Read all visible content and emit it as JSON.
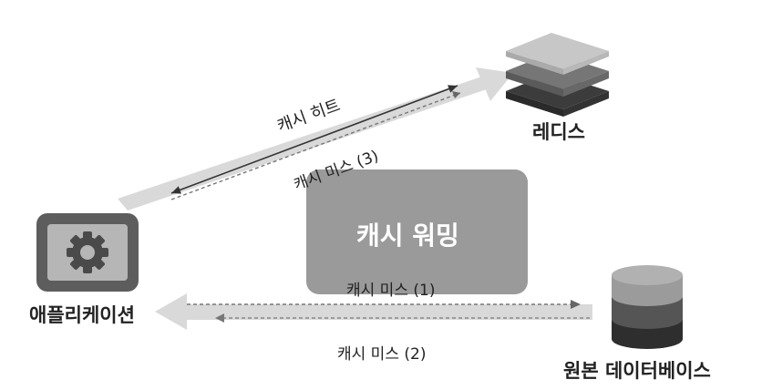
{
  "nodes": {
    "app": {
      "label": "애플리케이션"
    },
    "redis": {
      "label": "레디스"
    },
    "db": {
      "label": "원본 데이터베이스"
    },
    "warming": {
      "label": "캐시 워밍"
    }
  },
  "edges": {
    "hit": {
      "label": "캐시 히트"
    },
    "miss3": {
      "label": "캐시 미스 (3)"
    },
    "miss1": {
      "label": "캐시 미스 (1)"
    },
    "miss2": {
      "label": "캐시 미스 (2)"
    }
  },
  "colors": {
    "arrow_band": "#d9d9d9",
    "icon_frame": "#5d5d5d",
    "icon_fill": "#b6b6b6",
    "warming_box": "#9a9a9a",
    "redis_top": "#c7c7c7",
    "redis_mid": "#767676",
    "redis_bottom": "#3c3c3c",
    "db_top": "#9b9b9b",
    "db_mid": "#555555",
    "db_bottom": "#2e2e2e"
  }
}
